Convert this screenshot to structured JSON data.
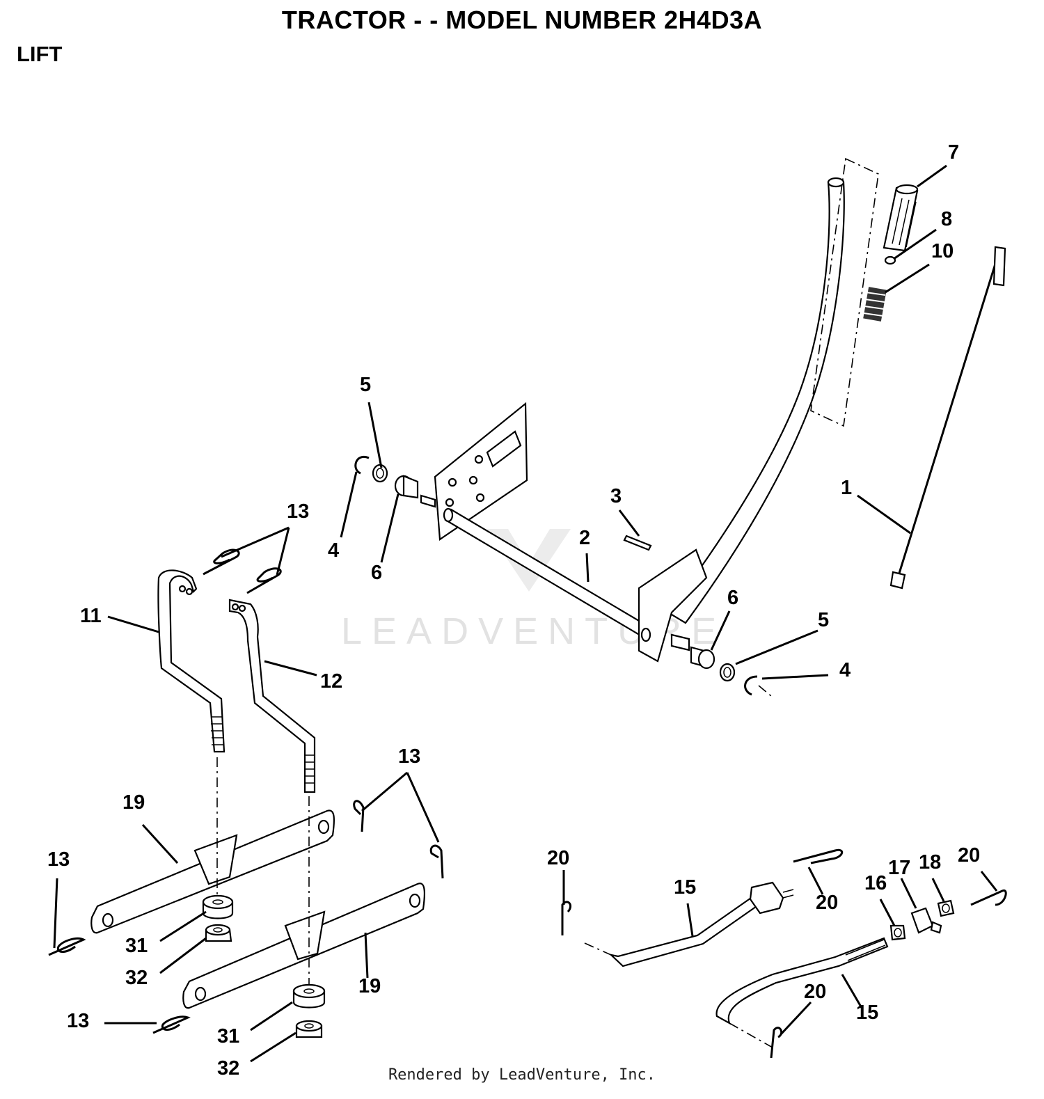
{
  "header": {
    "title": "TRACTOR - - MODEL NUMBER 2H4D3A",
    "section": "LIFT"
  },
  "watermark": "LEADVENTURE",
  "footer": "Rendered by LeadVenture, Inc.",
  "callouts": [
    {
      "id": "c7",
      "label": "7"
    },
    {
      "id": "c8",
      "label": "8"
    },
    {
      "id": "c10",
      "label": "10"
    },
    {
      "id": "c1",
      "label": "1"
    },
    {
      "id": "c5a",
      "label": "5"
    },
    {
      "id": "c4a",
      "label": "4"
    },
    {
      "id": "c6a",
      "label": "6"
    },
    {
      "id": "c3",
      "label": "3"
    },
    {
      "id": "c2",
      "label": "2"
    },
    {
      "id": "c6b",
      "label": "6"
    },
    {
      "id": "c5b",
      "label": "5"
    },
    {
      "id": "c4b",
      "label": "4"
    },
    {
      "id": "c13a",
      "label": "13"
    },
    {
      "id": "c11",
      "label": "11"
    },
    {
      "id": "c12",
      "label": "12"
    },
    {
      "id": "c13b",
      "label": "13"
    },
    {
      "id": "c19a",
      "label": "19"
    },
    {
      "id": "c13c",
      "label": "13"
    },
    {
      "id": "c31a",
      "label": "31"
    },
    {
      "id": "c32a",
      "label": "32"
    },
    {
      "id": "c19b",
      "label": "19"
    },
    {
      "id": "c13d",
      "label": "13"
    },
    {
      "id": "c31b",
      "label": "31"
    },
    {
      "id": "c32b",
      "label": "32"
    },
    {
      "id": "c20a",
      "label": "20"
    },
    {
      "id": "c15a",
      "label": "15"
    },
    {
      "id": "c20b",
      "label": "20"
    },
    {
      "id": "c16",
      "label": "16"
    },
    {
      "id": "c17",
      "label": "17"
    },
    {
      "id": "c18",
      "label": "18"
    },
    {
      "id": "c20c",
      "label": "20"
    },
    {
      "id": "c20d",
      "label": "20"
    },
    {
      "id": "c15b",
      "label": "15"
    }
  ]
}
